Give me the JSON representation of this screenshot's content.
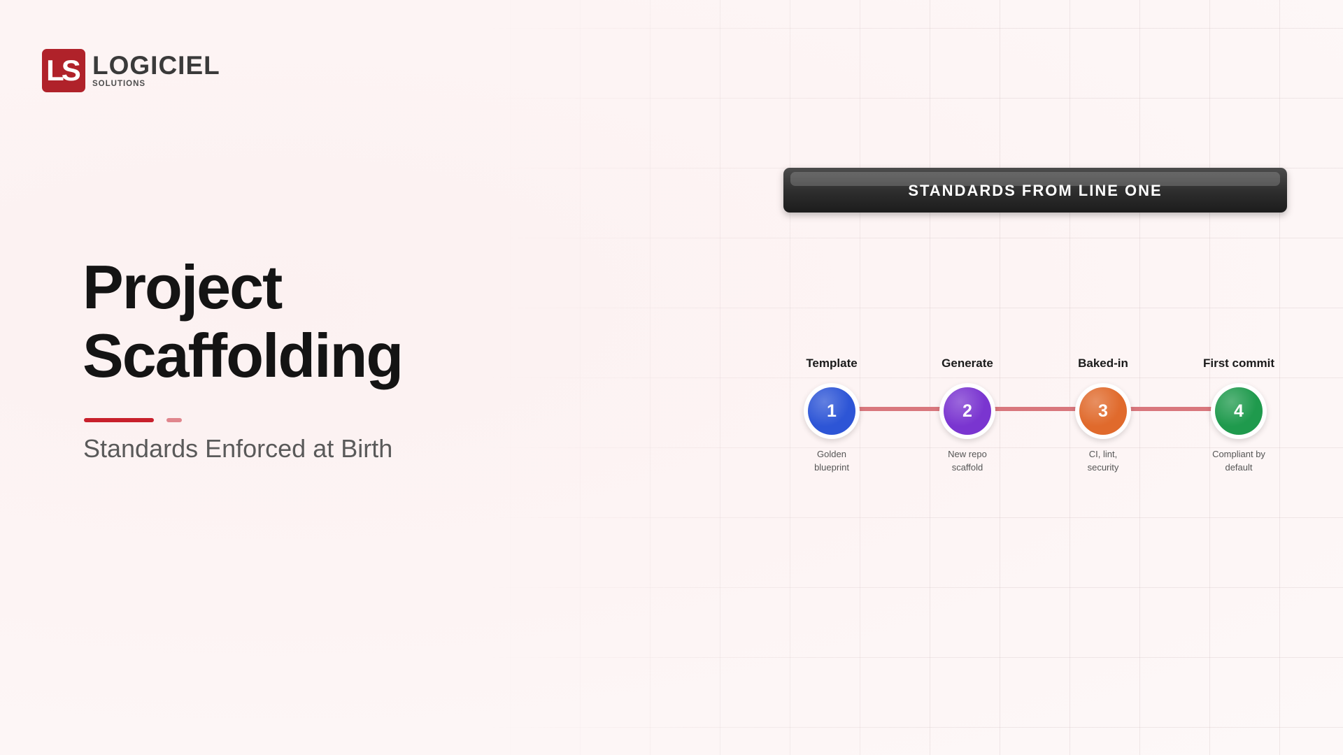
{
  "brand": {
    "mark": "LS",
    "name": "LOGICIEL",
    "tagline": "SOLUTIONS",
    "color": "#b0222a"
  },
  "hero": {
    "title_line1": "Project",
    "title_line2": "Scaffolding",
    "subtitle": "Standards Enforced at Birth",
    "accent_colors": [
      "#c8202c",
      "#e0868d"
    ]
  },
  "banner": {
    "text": "STANDARDS FROM LINE ONE"
  },
  "steps": [
    {
      "label": "Template",
      "number": "1",
      "desc_line1": "Golden",
      "desc_line2": "blueprint",
      "color": "#2d55d6"
    },
    {
      "label": "Generate",
      "number": "2",
      "desc_line1": "New repo",
      "desc_line2": "scaffold",
      "color": "#7a35d0"
    },
    {
      "label": "Baked-in",
      "number": "3",
      "desc_line1": "CI, lint,",
      "desc_line2": "security",
      "color": "#e06a2c"
    },
    {
      "label": "First commit",
      "number": "4",
      "desc_line1": "Compliant by",
      "desc_line2": "default",
      "color": "#1f9a4d"
    }
  ],
  "connector_color": "#d9777d"
}
